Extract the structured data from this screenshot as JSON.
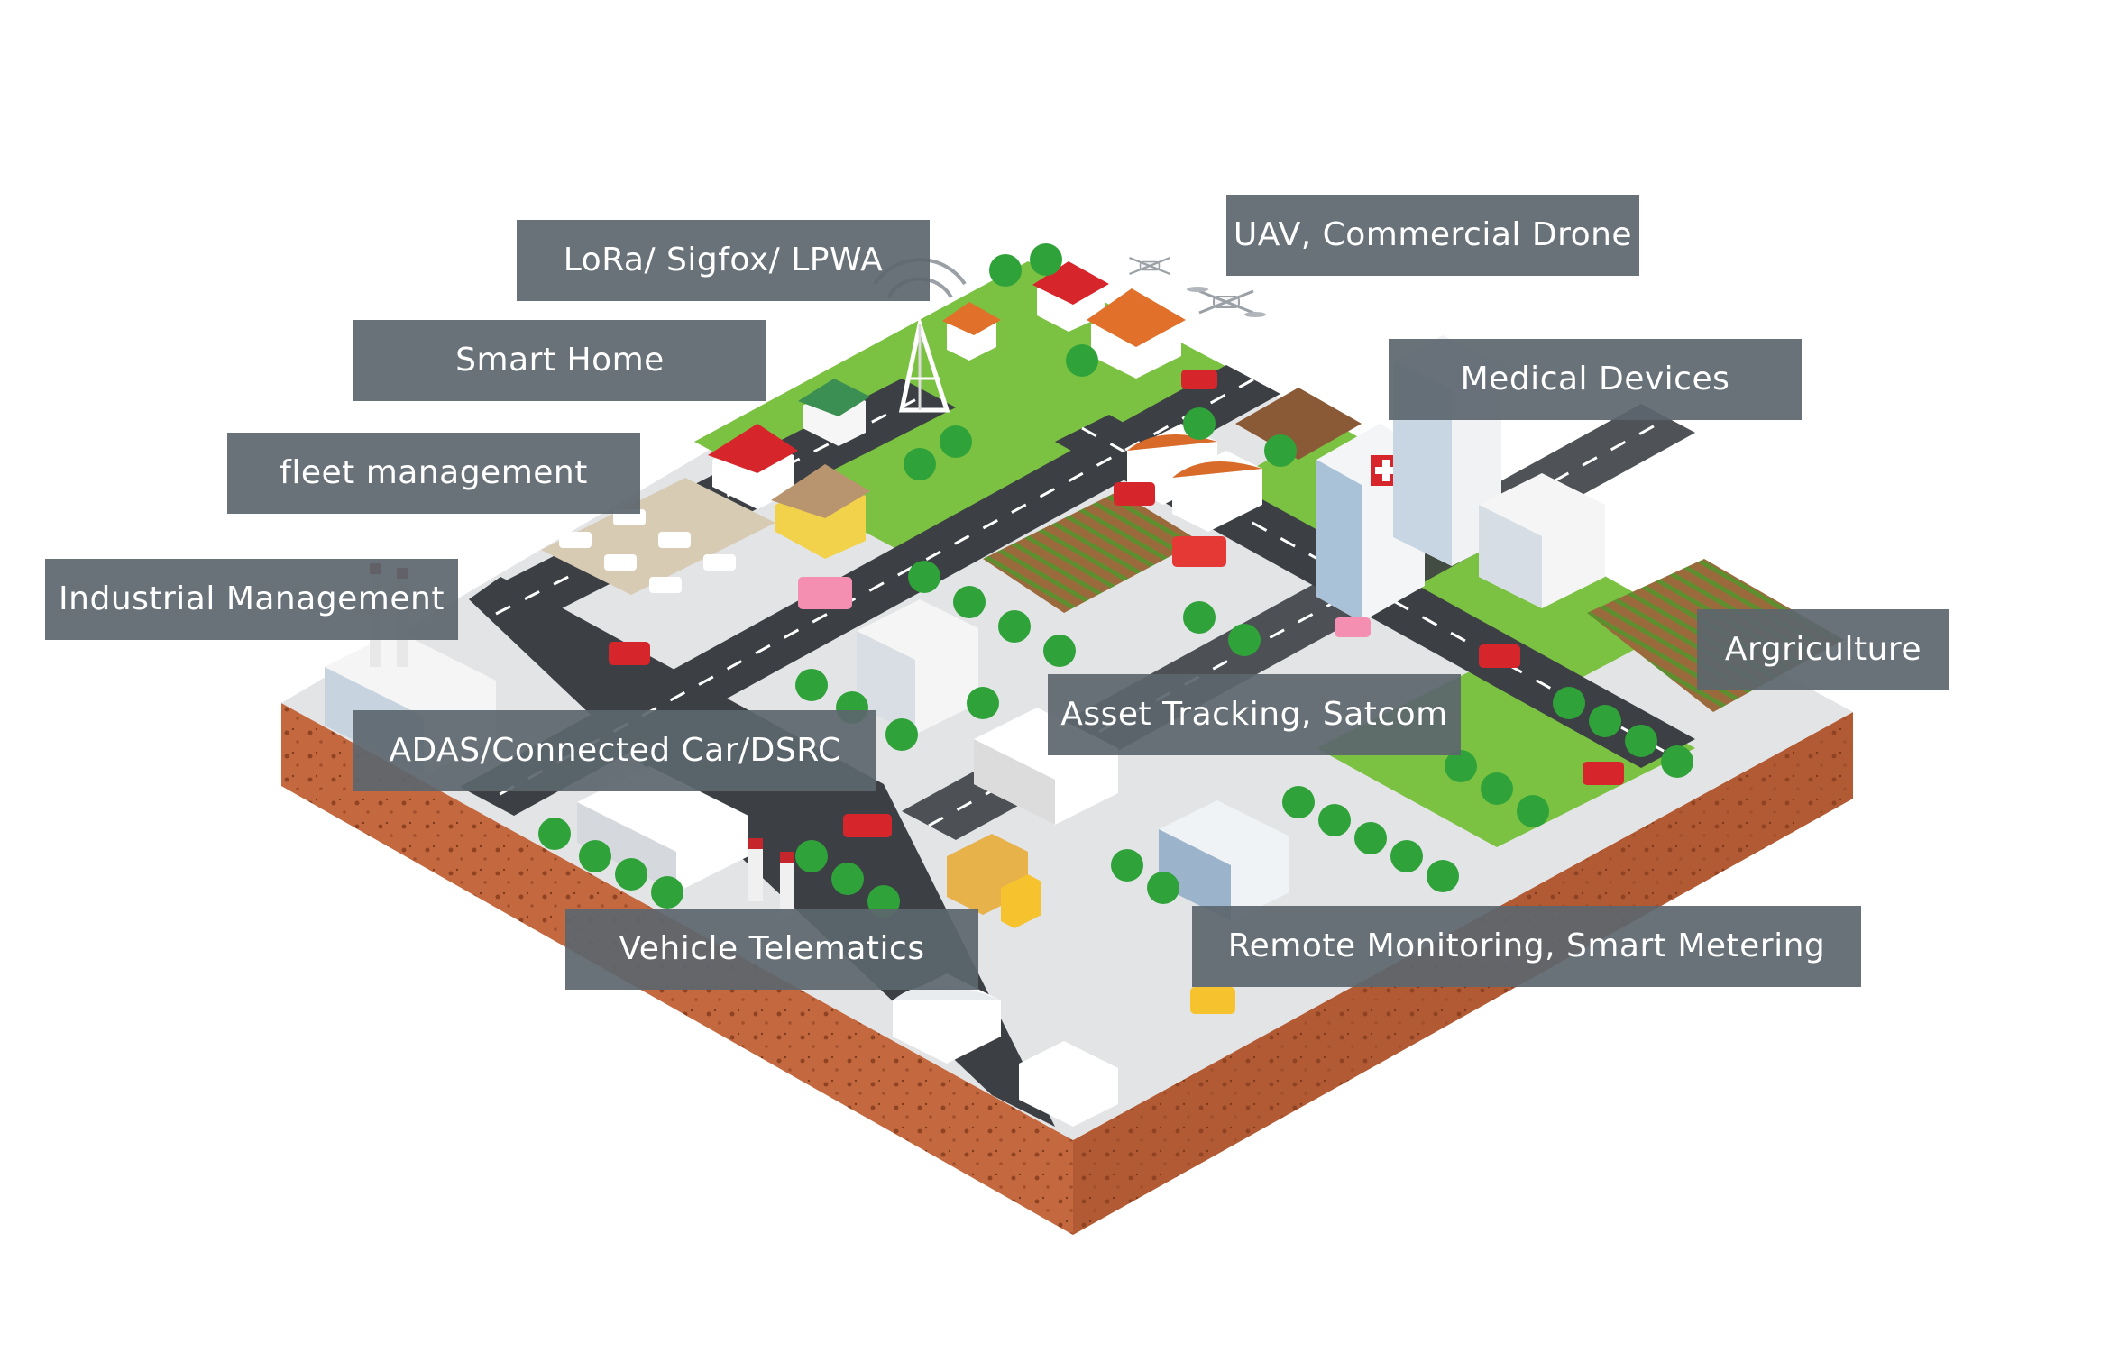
{
  "labels": {
    "lora": "LoRa/ Sigfox/ LPWA",
    "uav": "UAV, Commercial Drone",
    "smart_home": "Smart Home",
    "medical": "Medical Devices",
    "fleet": "fleet management",
    "industrial": "Industrial Management",
    "agriculture": "Argriculture",
    "asset": "Asset Tracking, Satcom",
    "adas": "ADAS/Connected Car/DSRC",
    "vehicle": "Vehicle Telematics",
    "remote": "Remote Monitoring, Smart Metering"
  },
  "colors": {
    "soil": "#c4693f",
    "grass": "#7bc142",
    "road": "#3c3f44",
    "pavement": "#e3e4e6",
    "label_bg": "#5c666e"
  },
  "icons": [
    "radio-tower-icon",
    "drone-icon",
    "house-icon",
    "hospital-icon",
    "factory-icon",
    "truck-icon",
    "car-icon",
    "tree-icon",
    "warehouse-icon",
    "office-building-icon"
  ]
}
